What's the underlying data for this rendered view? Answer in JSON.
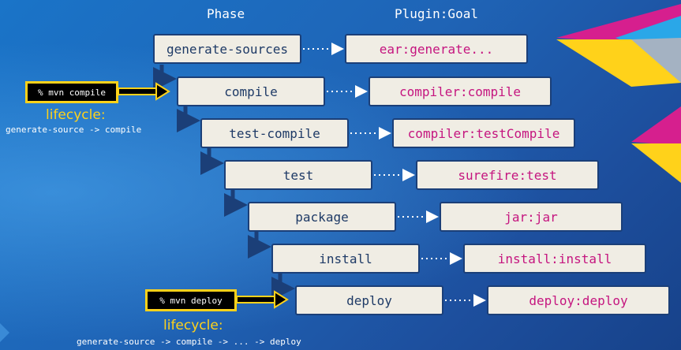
{
  "headers": {
    "phase": "Phase",
    "goal": "Plugin:Goal"
  },
  "steps": [
    {
      "phase": "generate-sources",
      "goal": "ear:generate..."
    },
    {
      "phase": "compile",
      "goal": "compiler:compile"
    },
    {
      "phase": "test-compile",
      "goal": "compiler:testCompile"
    },
    {
      "phase": "test",
      "goal": "surefire:test"
    },
    {
      "phase": "package",
      "goal": "jar:jar"
    },
    {
      "phase": "install",
      "goal": "install:install"
    },
    {
      "phase": "deploy",
      "goal": "deploy:deploy"
    }
  ],
  "commands": [
    {
      "command": "% mvn compile",
      "lifecycle_label": "lifecycle:",
      "lifecycle_sequence": "generate-source -> compile"
    },
    {
      "command": "% mvn deploy",
      "lifecycle_label": "lifecycle:",
      "lifecycle_sequence": "generate-source -> compile -> ... -> deploy"
    }
  ],
  "colors": {
    "phase_text": "#1e3a66",
    "goal_text": "#c5157f",
    "box_fill": "#f0ede4",
    "box_border": "#1b3f78",
    "highlight": "#ffd21a",
    "connector": "#1b3f78"
  }
}
